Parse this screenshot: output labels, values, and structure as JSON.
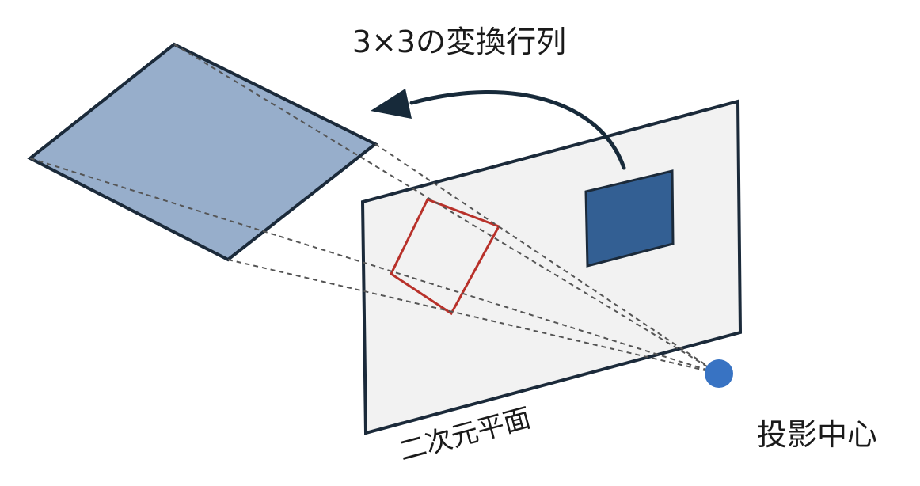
{
  "title": "3×3の変換行列",
  "plane_label": "二次元平面",
  "center_label": "投影中心",
  "colors": {
    "plane_fill": "#f2f2f2",
    "plane_stroke": "#1b2a3a",
    "projected_fill": "#97aecb",
    "projected_stroke": "#1b2a3a",
    "inner_rect_fill": "#335f93",
    "inner_rect_stroke": "#1b2a3a",
    "red_quad_stroke": "#b8312a",
    "projection_center": "#3873c3",
    "arrow": "#172a3a",
    "dashed_lines": "#555555"
  }
}
